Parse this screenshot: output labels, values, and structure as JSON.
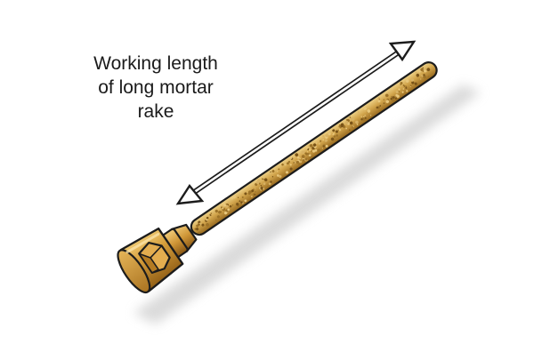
{
  "caption": {
    "lines": [
      "Working length",
      "of long mortar",
      "rake"
    ]
  },
  "colors": {
    "background": "#ffffff",
    "outline": "#1c1c1c",
    "bronze_light": "#e4b453",
    "bronze_mid": "#c48a2c",
    "bronze_dark": "#8a5a14",
    "grit_light": "#d8b264",
    "grit_dark": "#9c7228",
    "shadow": "#cfcfcf"
  },
  "icons": {
    "dimension_arrow": "double-headed-arrow-icon",
    "tool": "mortar-rake-icon"
  }
}
